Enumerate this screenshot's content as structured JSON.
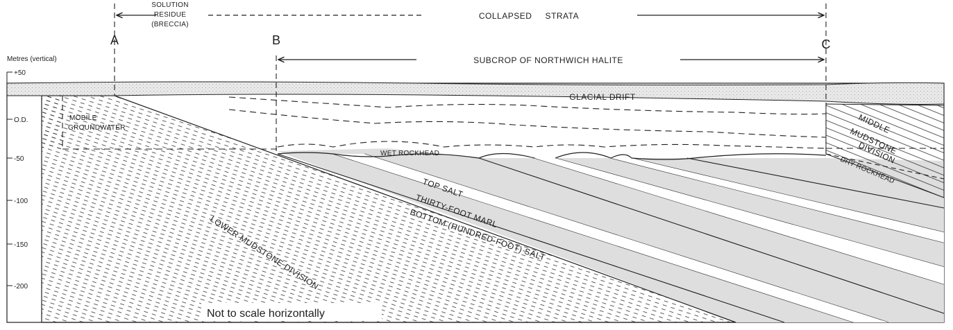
{
  "header": {
    "solution_residue": [
      "SOLUTION",
      "RESIDUE",
      "(BRECCIA)"
    ],
    "collapsed_strata": "COLLAPSED     STRATA",
    "subcrop": "SUBCROP OF NORTHWICH HALITE"
  },
  "markers": {
    "a": "A",
    "b": "B",
    "c": "C"
  },
  "axis": {
    "title": "Metres (vertical)",
    "ticks": [
      "+50",
      "O.D.",
      "-50",
      "-100",
      "-150",
      "-200"
    ]
  },
  "units": {
    "glacial_drift": "GLACIAL DRIFT",
    "mobile_groundwater": [
      "MOBILE",
      "GROUNDWATER"
    ],
    "wet_rockhead": "WET ROCKHEAD",
    "top_salt": "TOP SALT",
    "thirty_foot_marl": "THIRTY-FOOT MARL",
    "bottom_salt": "BOTTOM (HUNDRED-FOOT) SALT",
    "lower_mudstone": "LOWER MUDSTONE DIVISION",
    "middle_mudstone": [
      "MIDDLE",
      "MUDSTONE",
      "DIVISION"
    ],
    "dry_rockhead": "DRY ROCKHEAD"
  },
  "footer": {
    "scale_note": "Not to scale horizontally"
  },
  "colors": {
    "line": "#1e1e1e",
    "salt_fill": "#dedede",
    "drift_fill": "#e9e9e9"
  }
}
